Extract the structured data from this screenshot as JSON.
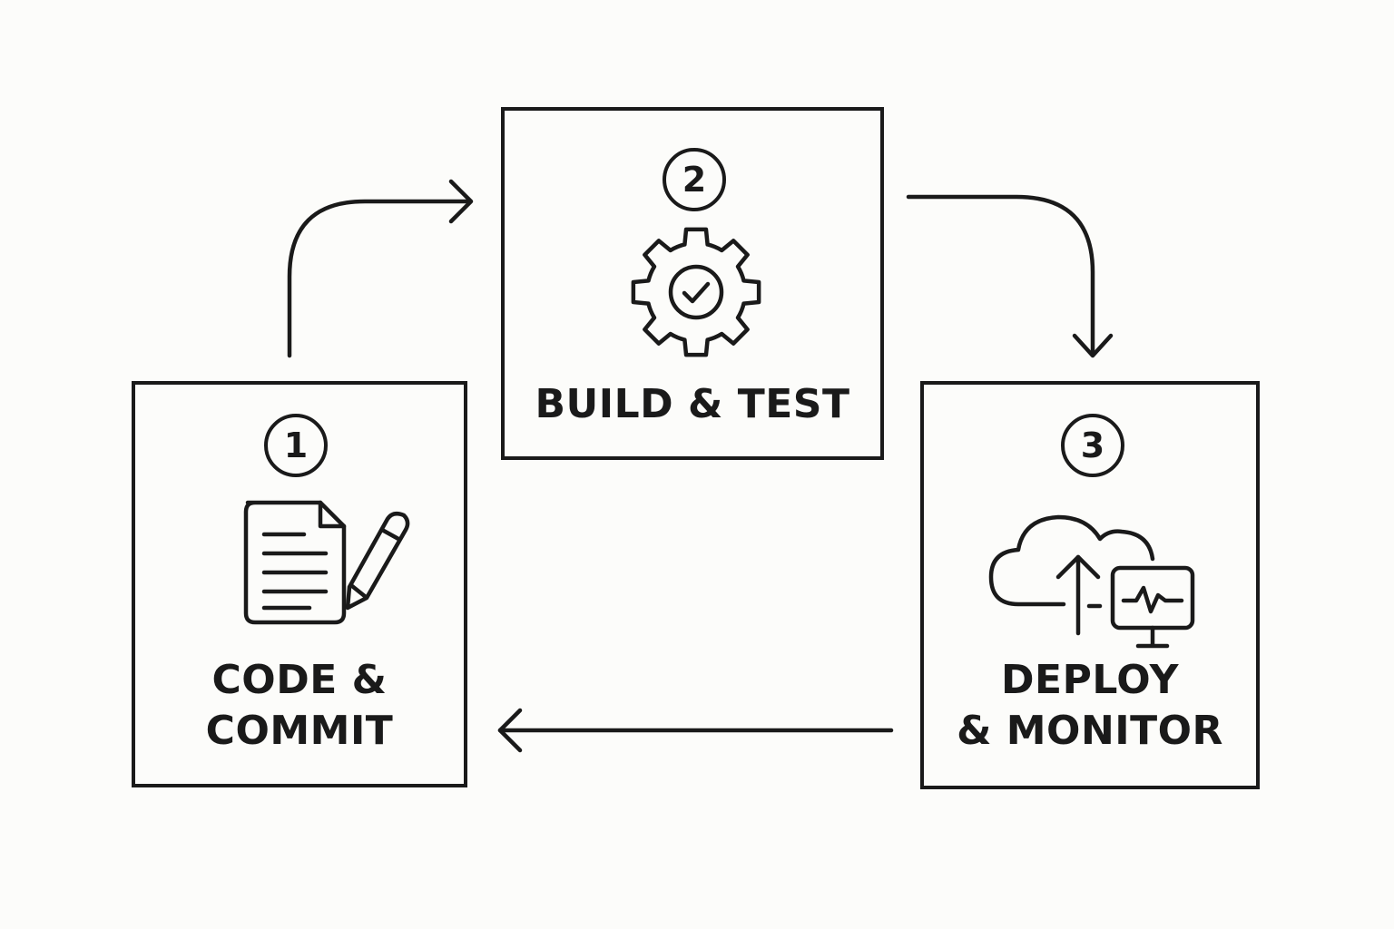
{
  "stages": [
    {
      "number": "1",
      "label_lines": [
        "CODE &",
        "COMMIT"
      ],
      "icon": "document-pencil-icon"
    },
    {
      "number": "2",
      "label_lines": [
        "BUILD & TEST"
      ],
      "icon": "gear-check-icon"
    },
    {
      "number": "3",
      "label_lines": [
        "DEPLOY",
        "& MONITOR"
      ],
      "icon": "cloud-upload-monitor-icon"
    }
  ],
  "colors": {
    "stroke": "#1a1a1a",
    "background": "#fcfcfa"
  }
}
